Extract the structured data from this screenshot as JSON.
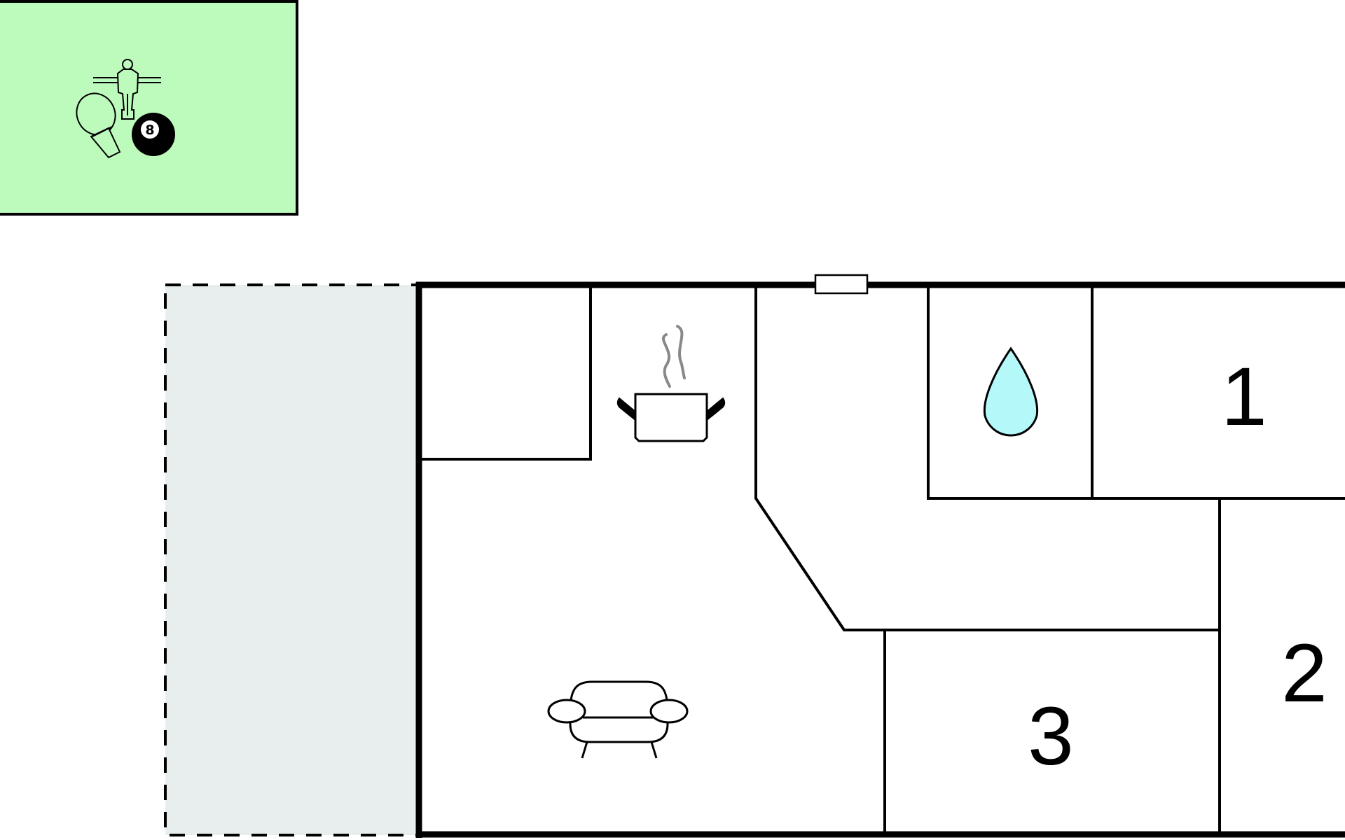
{
  "colors": {
    "activity_room_fill": "#bdfbbd",
    "terrace_fill": "#e8eeee",
    "water_drop_fill": "#b4f8fa",
    "steam_stroke": "#888888",
    "wall": "#000000",
    "background": "#ffffff"
  },
  "rooms": [
    {
      "id": "activity-room",
      "icons": [
        "table-tennis-icon",
        "table-football-icon",
        "billiard-ball-icon"
      ]
    },
    {
      "id": "terrace"
    },
    {
      "id": "storage"
    },
    {
      "id": "kitchen",
      "icons": [
        "cooking-pot-icon"
      ]
    },
    {
      "id": "hallway"
    },
    {
      "id": "bathroom",
      "icons": [
        "water-drop-icon"
      ]
    },
    {
      "id": "bedroom-1",
      "label": "1"
    },
    {
      "id": "bedroom-2",
      "label": "2"
    },
    {
      "id": "bedroom-3",
      "label": "3"
    },
    {
      "id": "living-room",
      "icons": [
        "sofa-icon"
      ]
    }
  ],
  "labels": {
    "bedroom_1": "1",
    "bedroom_2": "2",
    "bedroom_3": "3",
    "billiard_ball_number": "8"
  }
}
